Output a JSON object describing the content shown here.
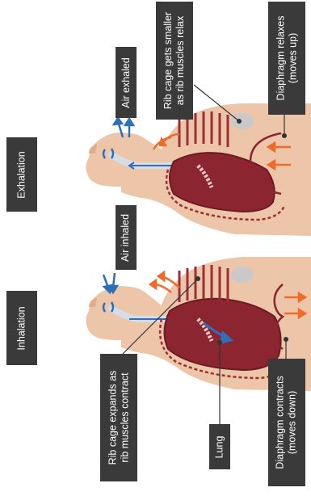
{
  "headings": {
    "inhalation": "Inhalation",
    "exhalation": "Exhalation"
  },
  "labels": {
    "air_inhaled": "Air inhaled",
    "air_exhaled": "Air exhaled",
    "rib_expands": "Rib cage expands as\nrib muscles contract",
    "rib_smaller": "Rib cage gets smaller\nas rib muscles relax",
    "lung": "Lung",
    "diaphragm_contracts": "Diaphragm contracts\n(moves down)",
    "diaphragm_relaxes": "Diaphragm relaxes\n(moves up)"
  },
  "colors": {
    "skin": "#edc5a8",
    "skin_dark": "#e0ac8a",
    "lung": "#8b2530",
    "lung_dark": "#6e1a23",
    "rib": "#9c2e35",
    "air_arrow": "#2f6fb8",
    "movement_arrow": "#ef6b2a",
    "label_bg": "#3a3a3a",
    "label_text": "#ffffff"
  }
}
